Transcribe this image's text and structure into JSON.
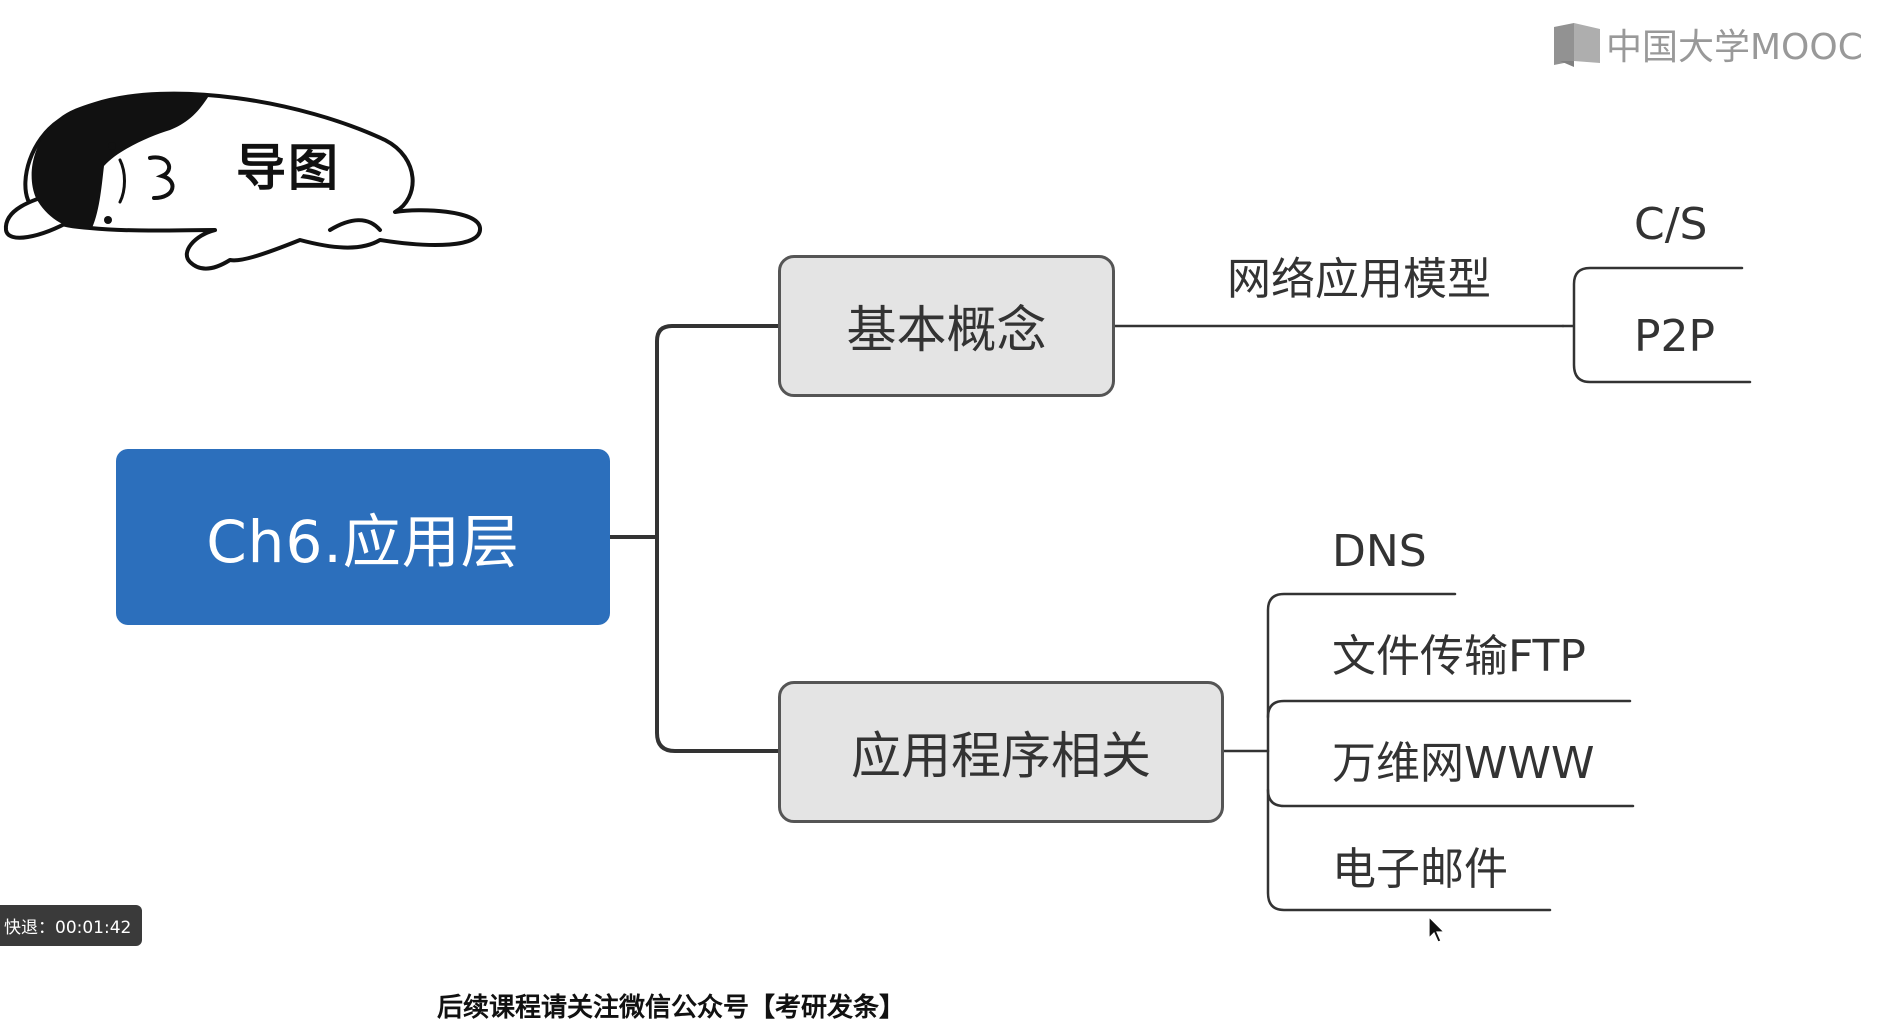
{
  "watermark": {
    "brand": "中国大学MOOC"
  },
  "mascot": {
    "label": "导图"
  },
  "mindmap": {
    "root": "Ch6.应用层",
    "branches": [
      {
        "label": "基本概念",
        "children": [
          {
            "label": "网络应用模型",
            "children": [
              "C/S",
              "P2P"
            ]
          }
        ]
      },
      {
        "label": "应用程序相关",
        "children": [
          "DNS",
          "文件传输FTP",
          "万维网WWW",
          "电子邮件"
        ]
      }
    ]
  },
  "player": {
    "rewind_status": "快退：00:01:42"
  },
  "footer": {
    "note": "后续课程请关注微信公众号【考研发条】"
  },
  "colors": {
    "root_fill": "#2c6fbc",
    "node_fill": "#e4e4e4",
    "connector": "#333333"
  }
}
